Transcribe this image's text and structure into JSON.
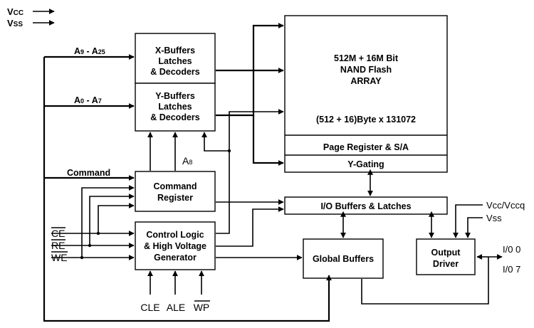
{
  "power": {
    "vcc": {
      "main": "V",
      "rest": "CC"
    },
    "vss": {
      "main": "V",
      "rest": "SS"
    }
  },
  "buses": {
    "a_high": {
      "a": "A",
      "n1": "9",
      "dash": " - A",
      "n2": "25"
    },
    "a_low": {
      "a": "A",
      "n1": "0",
      "dash": " - A",
      "n2": "7"
    },
    "command": "Command",
    "a8": {
      "a": "A",
      "n": "8"
    }
  },
  "blocks": {
    "x_buffers": [
      "X-Buffers",
      "Latches",
      "& Decoders"
    ],
    "y_buffers": [
      "Y-Buffers",
      "Latches",
      "& Decoders"
    ],
    "command_register": [
      "Command",
      "Register"
    ],
    "control_logic": [
      "Control Logic",
      "& High Voltage",
      "Generator"
    ],
    "array": [
      "512M + 16M Bit",
      "NAND Flash",
      "ARRAY"
    ],
    "array_org": "(512 + 16)Byte x 131072",
    "page_register": "Page Register & S/A",
    "y_gating": "Y-Gating",
    "io_buffers": "I/O Buffers & Latches",
    "global_buffers": "Global Buffers",
    "output_driver": [
      "Output",
      "Driver"
    ]
  },
  "signals": {
    "ce": "CE",
    "re": "RE",
    "we": "WE",
    "cle": "CLE",
    "ale": "ALE",
    "wp": "WP",
    "vcc_vccq": "Vcc/Vccq",
    "vss_out": "Vss",
    "io0": "I/0 0",
    "io7": "I/0 7"
  }
}
